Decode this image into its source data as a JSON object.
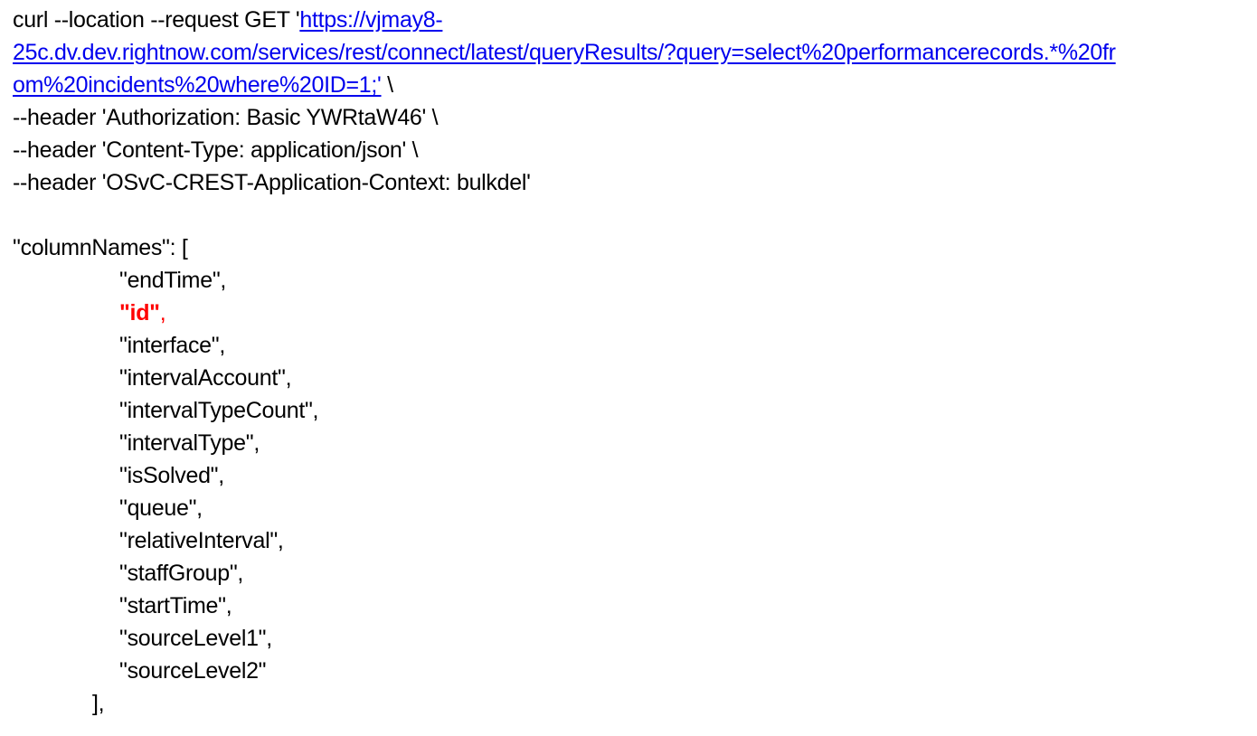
{
  "curl": {
    "line1_prefix": "curl --location --request GET '",
    "url_part1": "https://vjmay8-",
    "url_part2": "25c.dv.dev.rightnow.com/services/rest/connect/latest/queryResults/?query=select%20performancerecords.*%20fr",
    "url_part3": "om%20incidents%20where%20ID=1;'",
    "line3_suffix": " \\",
    "headers": [
      "--header 'Authorization: Basic YWRtaW46' \\",
      "--header 'Content-Type: application/json' \\",
      "--header 'OSvC-CREST-Application-Context: bulkdel'"
    ]
  },
  "json": {
    "open": "\"columnNames\": [",
    "item_endtime": "\"endTime\",",
    "item_id_name": "\"id\"",
    "item_id_comma": ",",
    "items": [
      "\"interface\",",
      "\"intervalAccount\",",
      "\"intervalTypeCount\",",
      "\"intervalType\",",
      "\"isSolved\",",
      "\"queue\",",
      "\"relativeInterval\",",
      "\"staffGroup\",",
      "\"startTime\",",
      "\"sourceLevel1\",",
      "\"sourceLevel2\""
    ],
    "close": "],"
  },
  "colors": {
    "link": "#0000ee",
    "highlight": "#ff0000",
    "text": "#000000"
  }
}
